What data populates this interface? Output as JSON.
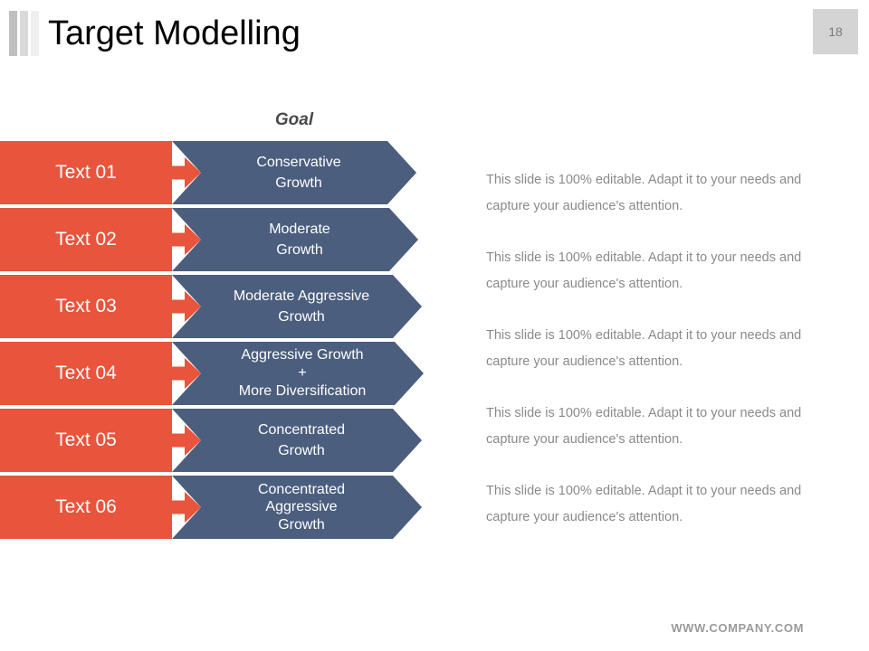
{
  "header": {
    "title": "Target Modelling",
    "page_number": "18",
    "accent_marks": [
      "#bfbfbf",
      "#d9d9d9",
      "#efefef"
    ]
  },
  "diagram": {
    "goal_label": "Goal",
    "colors": {
      "left_block": "#e8543c",
      "chevron": "#4b5e7e",
      "label_text": "#ffffff"
    },
    "rows": [
      {
        "left_label": "Text 01",
        "goal_text": "Conservative\nGrowth"
      },
      {
        "left_label": "Text 02",
        "goal_text": "Moderate\nGrowth"
      },
      {
        "left_label": "Text 03",
        "goal_text": "Moderate Aggressive\nGrowth"
      },
      {
        "left_label": "Text 04",
        "goal_text": "Aggressive Growth\n+\nMore Diversification"
      },
      {
        "left_label": "Text 05",
        "goal_text": "Concentrated\nGrowth"
      },
      {
        "left_label": "Text 06",
        "goal_text": "Concentrated\nAggressive\nGrowth"
      }
    ]
  },
  "notes": [
    "This slide is 100% editable. Adapt it to your needs and capture your audience's attention.",
    "This slide is 100% editable. Adapt it to your needs and capture your audience's attention.",
    "This slide is 100% editable. Adapt it to your needs and capture your audience's attention.",
    "This slide is 100% editable. Adapt it to your needs and capture your audience's attention.",
    "This slide is 100% editable. Adapt it to your needs and capture your audience's attention."
  ],
  "footer": {
    "website": "WWW.COMPANY.COM"
  }
}
